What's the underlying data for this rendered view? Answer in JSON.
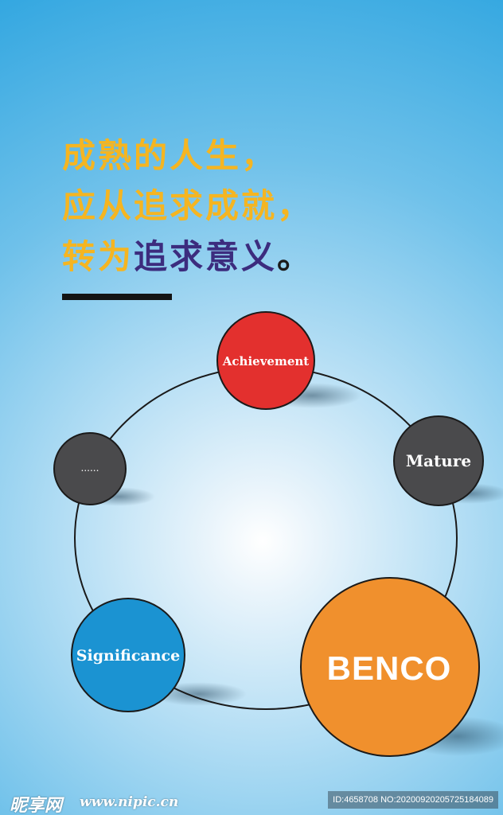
{
  "headline": {
    "line1": "成熟的人生，",
    "line2": "应从追求成就，",
    "line3_prefix": "转为",
    "line3_emphasis": "追求意义",
    "line3_end": "。"
  },
  "circles": {
    "achievement": "Achievement",
    "mature": "Mature",
    "ellipsis": "......",
    "significance": "Significance",
    "brand": "BENCO"
  },
  "watermark": {
    "logo": "昵享网",
    "url": "www.nipic.cn",
    "id": "ID:4658708 NO:20200920205725184089"
  },
  "colors": {
    "headline_yellow": "#f5b521",
    "headline_purple": "#3c2c7e",
    "achievement_red": "#e3302e",
    "dark_gray": "#4a4a4c",
    "significance_blue": "#1b93d2",
    "brand_orange": "#f0902d"
  }
}
